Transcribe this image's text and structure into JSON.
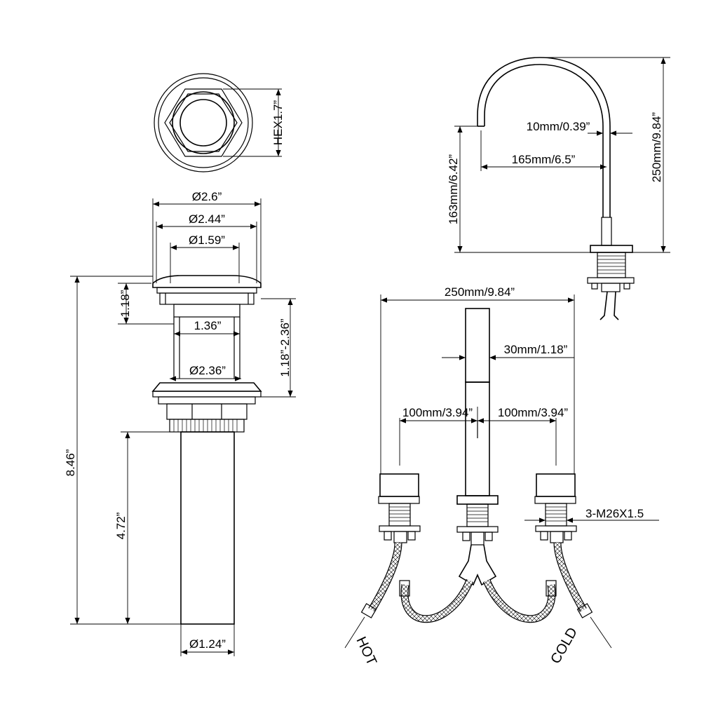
{
  "drain": {
    "hex_label": "HEX1.7”",
    "dia_outer": "Ø2.6”",
    "dia_flange": "Ø2.44”",
    "dia_cap": "Ø1.59”",
    "height_cap": "1.18”",
    "neck_width": "1.36”",
    "height_range": "1.18”-2.36”",
    "dia_nut": "Ø2.36”",
    "total_height": "8.46”",
    "tail_height": "4.72”",
    "dia_tail": "Ø1.24”"
  },
  "spout_side": {
    "spout_dia": "10mm/0.39”",
    "reach": "165mm/6.5”",
    "spout_height": "163mm/6.42”",
    "total_height": "250mm/9.84”"
  },
  "faucet_front": {
    "overall_width": "250mm/9.84”",
    "spout_width": "30mm/1.18”",
    "left_spacing": "100mm/3.94”",
    "right_spacing": "100mm/3.94”",
    "thread": "3-M26X1.5",
    "hot_label": "HOT",
    "cold_label": "COLD"
  }
}
